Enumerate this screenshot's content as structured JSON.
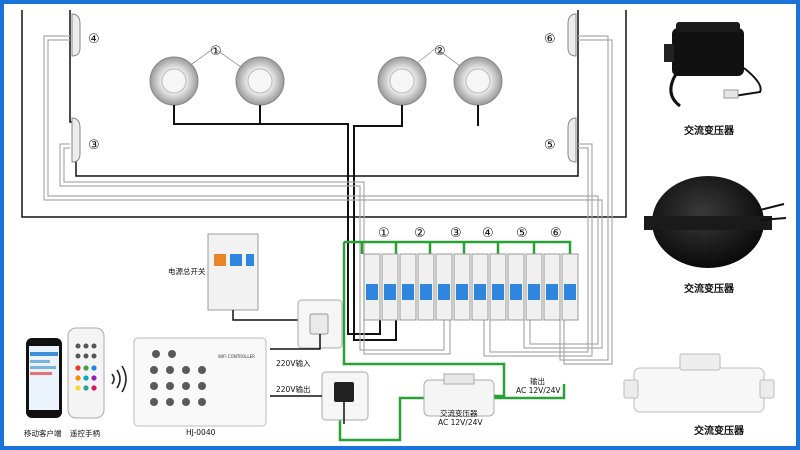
{
  "zones": {
    "lights_left": "①",
    "lights_right": "②",
    "zone_3": "③",
    "zone_4": "④",
    "zone_5": "⑤",
    "zone_6": "⑥"
  },
  "breakers": [
    "①",
    "②",
    "③",
    "④",
    "⑤",
    "⑥"
  ],
  "labels": {
    "main_switch": "电源总开关",
    "input_220": "220V输入",
    "output_220": "220V输出",
    "output_ac": "输出",
    "ac_spec": "AC 12V/24V",
    "transformer_top": "交流变压器",
    "transformer_middle": "交流变压器",
    "transformer_bottom": "交流变压器",
    "transformer_center_name": "交流变压器",
    "transformer_center_spec": "AC 12V/24V",
    "mobile_client": "移动客户端",
    "remote": "遥控手柄",
    "controller_model": "HJ-0040",
    "controller_title": "WIFI CONTROLLER"
  },
  "colors": {
    "frame": "#1a73d9",
    "green_wire": "#2aa136",
    "breaker_blue": "#2e86de",
    "black_wire": "#111111"
  }
}
